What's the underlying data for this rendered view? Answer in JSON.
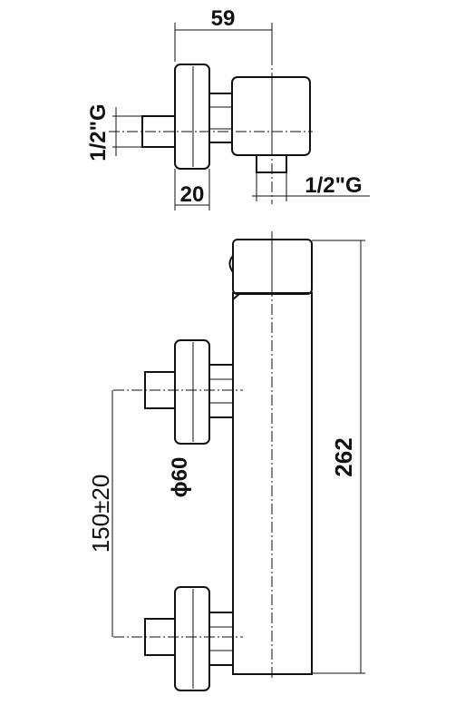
{
  "dimensions": {
    "overall_depth": "59",
    "flange_depth": "20",
    "inlet_thread_left": "1/2\"G",
    "outlet_thread": "1/2\"G",
    "diameter": "ϕ60",
    "height": "262",
    "centers": "150±20"
  }
}
